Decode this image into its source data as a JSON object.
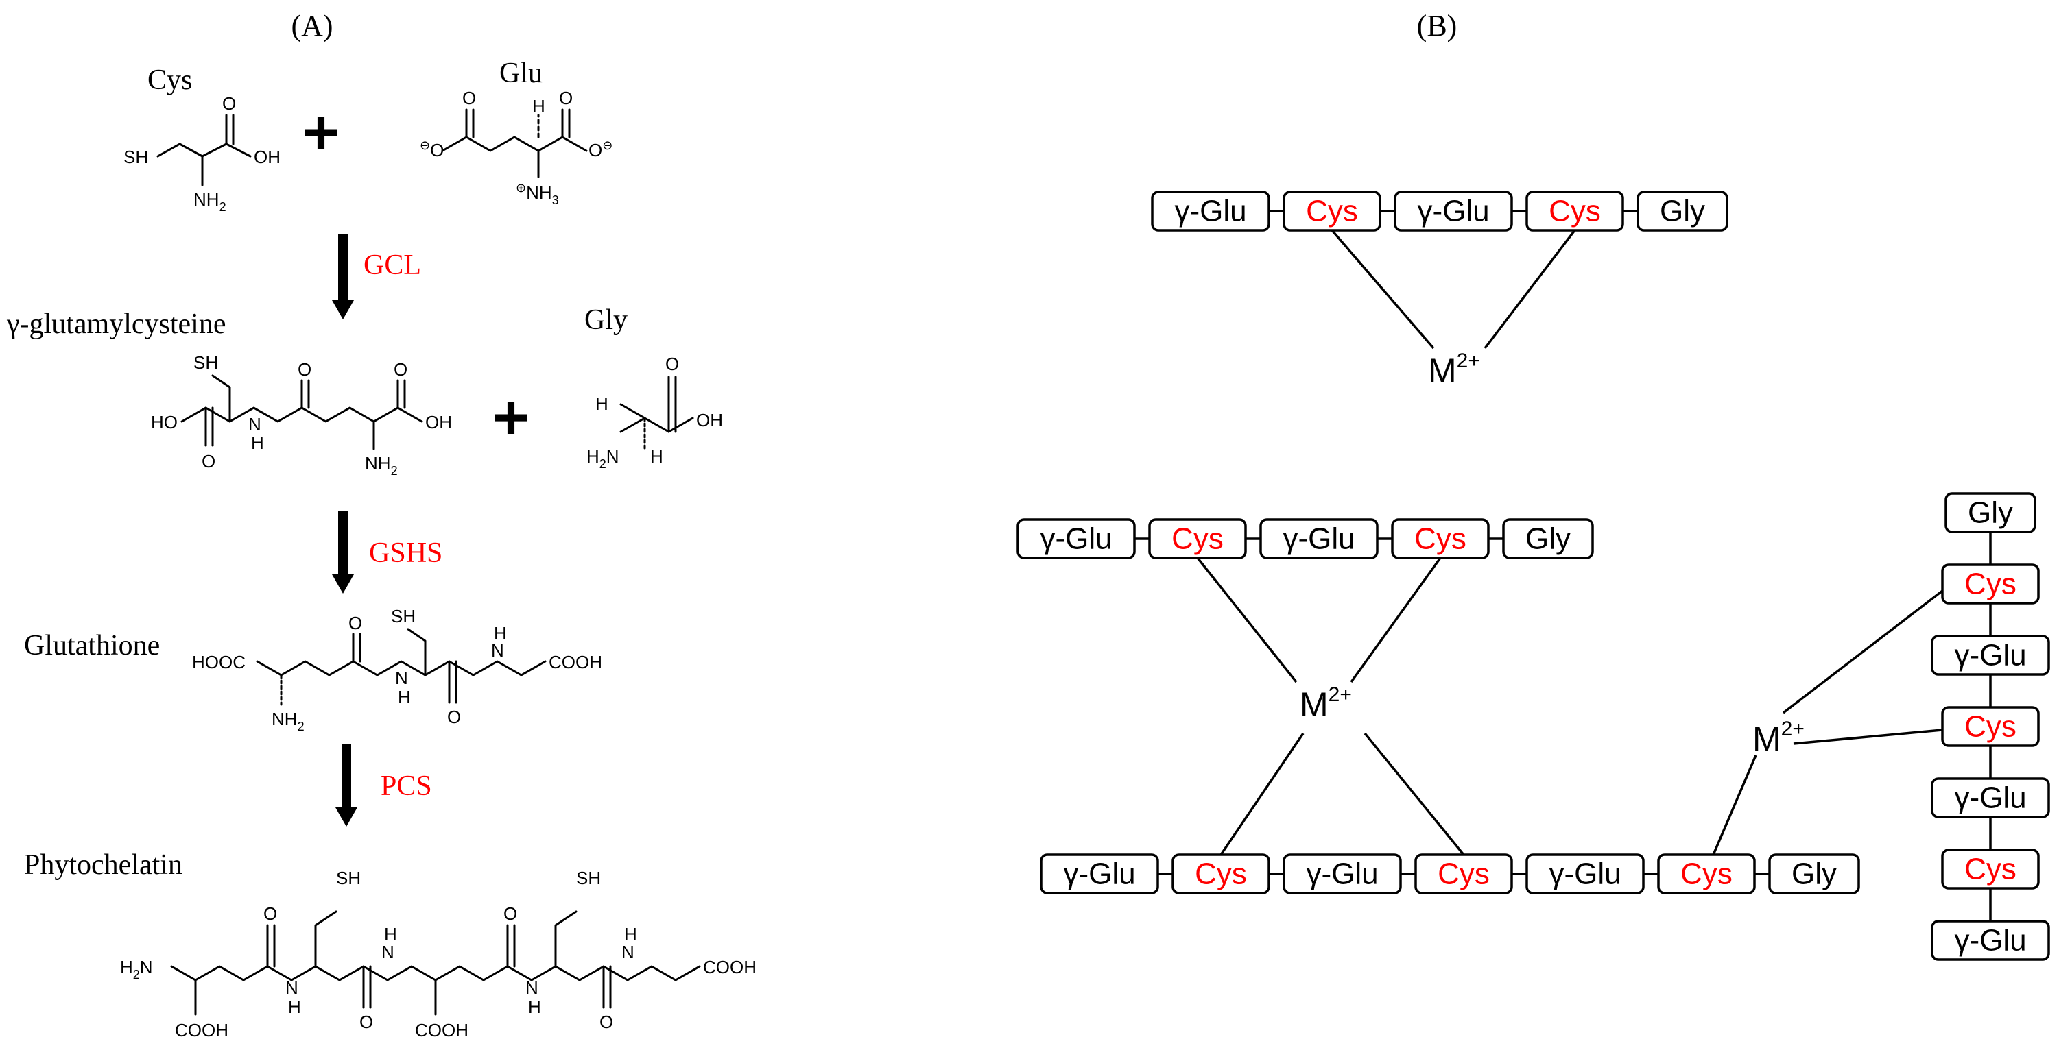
{
  "panel_a": {
    "label": "(A)",
    "reactants": {
      "cys": "Cys",
      "glu": "Glu",
      "plus": "+"
    },
    "step1": {
      "enzyme": "GCL",
      "product": "γ-glutamylcysteine",
      "cosubstrate": "Gly",
      "plus": "+"
    },
    "step2": {
      "enzyme": "GSHS",
      "product": "Glutathione"
    },
    "step3": {
      "enzyme": "PCS",
      "product": "Phytochelatin"
    },
    "chem_labels": {
      "cys": {
        "sh": "SH",
        "oh": "OH",
        "o": "O",
        "nh2": "NH",
        "sub2": "2"
      },
      "glu": {
        "o_minus_left": "O",
        "o_minus_right": "O",
        "o_top_left": "O",
        "o_top_right": "O",
        "h": "H",
        "nh3": "NH",
        "sub3": "3",
        "minus": "⊖",
        "plus": "⊕"
      },
      "gec": {
        "sh": "SH",
        "ho": "HO",
        "o_bot": "O",
        "nh": "N",
        "h": "H",
        "o_top": "O",
        "o_top2": "O",
        "oh": "OH",
        "nh2": "NH",
        "sub2": "2"
      },
      "gly": {
        "h1": "H",
        "h2": "H",
        "o": "O",
        "oh": "OH",
        "h2n": "H",
        "sub2": "2",
        "n": "N"
      },
      "gsh": {
        "sh": "SH",
        "hooc": "HOOC",
        "nh2": "NH",
        "sub2": "2",
        "o1": "O",
        "n1": "N",
        "h1": "H",
        "o2": "O",
        "n2": "N",
        "h2": "H",
        "cooh": "COOH"
      },
      "pc": {
        "sh1": "SH",
        "sh2": "SH",
        "h2n": "H",
        "sub2": "2",
        "n": "N",
        "cooh1": "COOH",
        "o1": "O",
        "nh1": "N",
        "h1": "H",
        "o2": "O",
        "nh2": "N",
        "h2": "H",
        "cooh2": "COOH",
        "o3": "O",
        "nh3": "N",
        "h3": "H",
        "o4": "O",
        "nh4": "N",
        "h4": "H",
        "cooh3": "COOH"
      }
    }
  },
  "panel_b": {
    "label": "(B)",
    "metal": {
      "symbol": "M",
      "charge": "2+"
    },
    "residues": {
      "glu": "γ-Glu",
      "cys": "Cys",
      "gly": "Gly"
    }
  },
  "colors": {
    "enzyme": "#ff0000",
    "cysteine": "#ff0000",
    "text": "#000000"
  }
}
